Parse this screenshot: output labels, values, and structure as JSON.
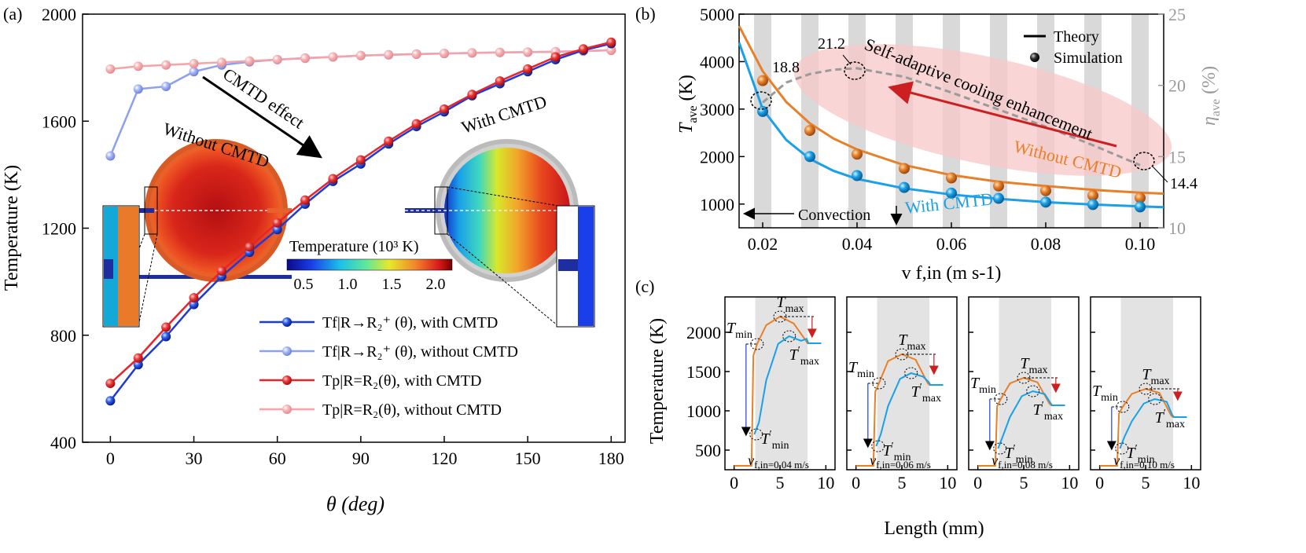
{
  "chart_data": [
    {
      "panel": "(a)",
      "type": "line",
      "xlabel": "θ (deg)",
      "ylabel": "Temperature (K)",
      "xlim": [
        -10,
        185
      ],
      "ylim": [
        400,
        2000
      ],
      "xticks": [
        0,
        30,
        60,
        90,
        120,
        150,
        180
      ],
      "yticks": [
        400,
        800,
        1200,
        1600,
        2000
      ],
      "x": [
        0,
        10,
        20,
        30,
        40,
        50,
        60,
        70,
        80,
        90,
        100,
        110,
        120,
        130,
        140,
        150,
        160,
        170,
        180
      ],
      "series": [
        {
          "name": "T_f|R→R2+(θ), with CMTD",
          "legend_label": "Tf|R→R₂⁺ (θ), with CMTD",
          "color": "#1f3bd6",
          "values": [
            555,
            690,
            795,
            915,
            1020,
            1110,
            1195,
            1290,
            1375,
            1440,
            1515,
            1580,
            1635,
            1695,
            1740,
            1785,
            1830,
            1865,
            1890
          ]
        },
        {
          "name": "T_f|R→R2+(θ), without CMTD",
          "legend_label": "Tf|R→R₂⁺ (θ), without CMTD",
          "color": "#8da0f0",
          "values": [
            1470,
            1720,
            1730,
            1785,
            1810,
            1822,
            1830,
            1836,
            1840,
            1845,
            1848,
            1851,
            1853,
            1855,
            1857,
            1858,
            1859,
            1862,
            1865
          ]
        },
        {
          "name": "T_p|R=R2(θ), with CMTD",
          "legend_label": "Tp|R=R₂(θ), with CMTD",
          "color": "#e8242a",
          "values": [
            620,
            715,
            830,
            940,
            1040,
            1130,
            1220,
            1305,
            1385,
            1455,
            1525,
            1590,
            1645,
            1700,
            1750,
            1795,
            1840,
            1870,
            1895
          ]
        },
        {
          "name": "T_p|R=R2(θ), without CMTD",
          "legend_label": "Tp|R=R₂(θ), without CMTD",
          "color": "#f4a3a8",
          "values": [
            1795,
            1805,
            1810,
            1815,
            1820,
            1825,
            1830,
            1835,
            1840,
            1845,
            1848,
            1850,
            1853,
            1855,
            1857,
            1858,
            1860,
            1862,
            1865
          ]
        }
      ],
      "annotations": [
        "CMTD effect",
        "Without CMTD",
        "With CMTD"
      ],
      "colorbar": {
        "title": "Temperature (10³ K)",
        "ticks": [
          "0.5",
          "1.0",
          "1.5",
          "2.0"
        ]
      }
    },
    {
      "panel": "(b)",
      "type": "line",
      "xlabel": "v f,in (m s-1)",
      "ylabel": "T ave (K)",
      "ylabel_right": "η ave (%)",
      "xlim": [
        0.015,
        0.105
      ],
      "ylim": [
        500,
        5000
      ],
      "ylim_right": [
        10,
        25
      ],
      "xticks": [
        0.02,
        0.04,
        0.06,
        0.08,
        0.1
      ],
      "xtick_labels": [
        "0.02",
        "0.04",
        "0.06",
        "0.08",
        "0.10"
      ],
      "yticks": [
        1000,
        2000,
        3000,
        4000,
        5000
      ],
      "yticks_right": [
        10,
        15,
        20,
        25
      ],
      "theory": {
        "x": [
          0.015,
          0.02,
          0.025,
          0.03,
          0.035,
          0.04,
          0.05,
          0.06,
          0.07,
          0.08,
          0.09,
          0.1,
          0.105
        ],
        "without_cmtd": [
          4750,
          3800,
          3150,
          2700,
          2380,
          2150,
          1820,
          1610,
          1470,
          1380,
          1300,
          1240,
          1220
        ],
        "with_cmtd": [
          4400,
          3000,
          2350,
          1950,
          1700,
          1530,
          1330,
          1200,
          1110,
          1040,
          990,
          950,
          935
        ]
      },
      "simulation": {
        "x": [
          0.02,
          0.03,
          0.04,
          0.05,
          0.06,
          0.07,
          0.08,
          0.09,
          0.1
        ],
        "without_cmtd": [
          3600,
          2550,
          2050,
          1750,
          1550,
          1380,
          1280,
          1180,
          1130
        ],
        "with_cmtd": [
          2950,
          2000,
          1600,
          1350,
          1230,
          1120,
          1040,
          990,
          940
        ]
      },
      "efficiency": {
        "name": "η ave (%)",
        "x": [
          0.02,
          0.025,
          0.03,
          0.035,
          0.04,
          0.05,
          0.06,
          0.07,
          0.08,
          0.09,
          0.1
        ],
        "values": [
          18.8,
          20.2,
          20.8,
          21.1,
          21.2,
          20.6,
          19.5,
          18.3,
          17.1,
          15.8,
          14.4
        ]
      },
      "series_labels": {
        "without": "Without CMTD",
        "with": "With CMTD"
      },
      "legend": {
        "theory": "Theory",
        "simulation": "Simulation",
        "position": "top-right"
      },
      "annotations": {
        "peak": "21.2",
        "start": "18.8",
        "end": "14.4",
        "arrow_text": "Self-adaptive cooling enhancement",
        "convection": "Convection"
      },
      "shaded_bands_x": [
        0.02,
        0.03,
        0.04,
        0.05,
        0.06,
        0.07,
        0.08,
        0.09,
        0.1
      ]
    },
    {
      "panel": "(c)",
      "type": "line",
      "xlabel": "Length (mm)",
      "ylabel": "Temperature (K)",
      "xlim": [
        -1,
        11
      ],
      "ylim": [
        250,
        2450
      ],
      "xticks": [
        0,
        5,
        10
      ],
      "yticks": [
        500,
        1000,
        1500,
        2000
      ],
      "shaded_x": [
        2.3,
        8
      ],
      "labels": {
        "tmax": "Tmax",
        "tmax_prime": "T'max",
        "tmin": "Tmin",
        "tmin_prime": "T'min"
      },
      "subplots": [
        {
          "label": "vf,in=0.04 m/s",
          "tmax": 2200,
          "tmax_p": 1950,
          "tmin": 1850,
          "tmin_p": 700,
          "plateau": 1860
        },
        {
          "label": "vf,in=0.06 m/s",
          "tmax": 1720,
          "tmax_p": 1480,
          "tmin": 1350,
          "tmin_p": 550,
          "plateau": 1330
        },
        {
          "label": "vf,in=0.08 m/s",
          "tmax": 1420,
          "tmax_p": 1250,
          "tmin": 1150,
          "tmin_p": 520,
          "plateau": 1070
        },
        {
          "label": "vf,in=0.10 m/s",
          "tmax": 1280,
          "tmax_p": 1150,
          "tmin": 1050,
          "tmin_p": 520,
          "plateau": 920
        }
      ]
    }
  ],
  "colors": {
    "orange": "#e8802a",
    "blue": "#1aa0e8",
    "gray": "#9a9a9a",
    "red_arrow": "#cc1f1f"
  }
}
